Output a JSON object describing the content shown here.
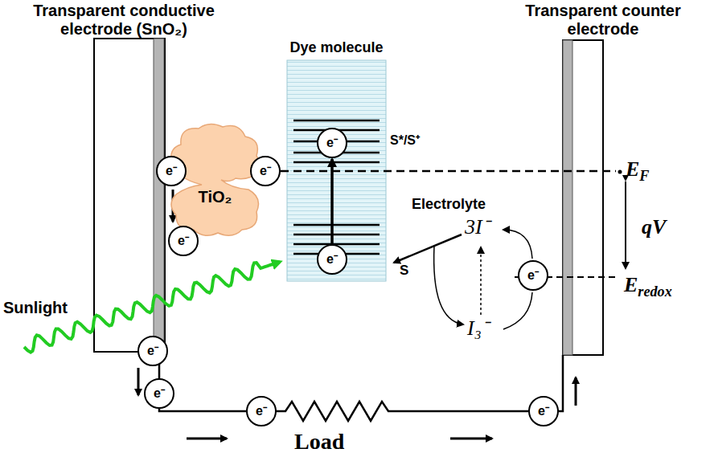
{
  "diagram": {
    "nodes": [
      {
        "text": [
          "Dye molecule",
          "S*/S⁺",
          "S"
        ]
      },
      {
        "text": [
          "e⁻"
        ],
        "in": 0
      },
      {
        "text": [
          "e⁻"
        ],
        "in": 0
      },
      {
        "text": [
          "TiO₂"
        ]
      },
      {
        "text": [
          "e⁻"
        ]
      },
      {
        "text": [
          "e⁻"
        ]
      },
      {
        "text": [
          "e⁻"
        ]
      },
      {
        "text": [
          "e⁻"
        ]
      },
      {
        "text": [
          "e⁻"
        ]
      },
      {
        "text": [
          "e⁻"
        ]
      },
      {
        "text": [
          "e⁻"
        ]
      },
      {
        "text": [
          "e⁻"
        ]
      }
    ],
    "edges": [
      {
        "from": 5,
        "to": 4,
        "arrow": "to"
      },
      {
        "from": 2,
        "to": 1,
        "arrow": "to"
      }
    ],
    "labels": [
      "Transparent conductive electrode (SnO₂)",
      "Transparent counter electrode",
      "Sunlight",
      "Electrolyte",
      "3I⁻",
      "I₃⁻",
      "EF",
      "qV",
      "Eredox",
      "Load"
    ]
  }
}
